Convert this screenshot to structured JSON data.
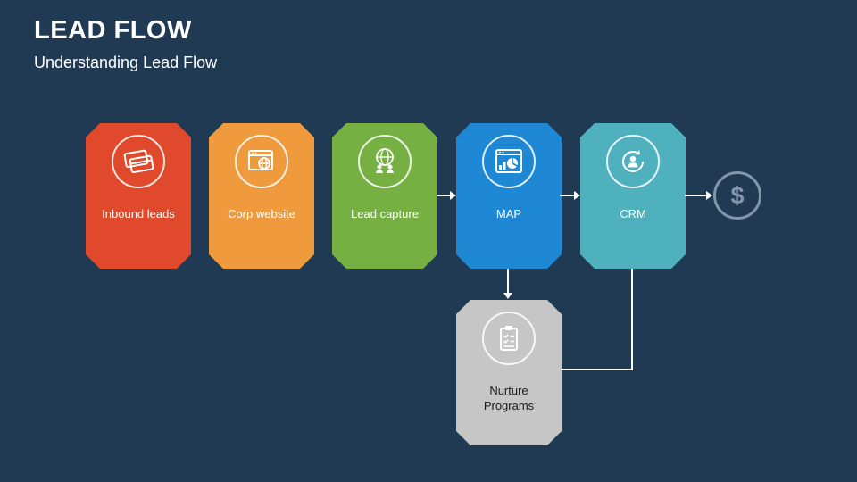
{
  "slide": {
    "title": "LEAD FLOW",
    "subtitle": "Understanding Lead Flow",
    "background_color": "#203A54"
  },
  "diagram": {
    "nodes": [
      {
        "label": "Inbound leads",
        "color": "#E0492B",
        "icon": "credit-cards-icon"
      },
      {
        "label": "Corp website",
        "color": "#F09A3E",
        "icon": "website-globe-icon"
      },
      {
        "label": "Lead capture",
        "color": "#76B043",
        "icon": "globe-people-icon"
      },
      {
        "label": "MAP",
        "color": "#1F88D4",
        "icon": "analytics-window-icon"
      },
      {
        "label": "CRM",
        "color": "#4FB0BE",
        "icon": "customer-loop-icon"
      }
    ],
    "nurture": {
      "label": "Nurture Programs",
      "color": "#C6C6C6",
      "icon": "clipboard-checklist-icon"
    },
    "endpoint": {
      "symbol": "$",
      "color": "#8296AB"
    }
  }
}
